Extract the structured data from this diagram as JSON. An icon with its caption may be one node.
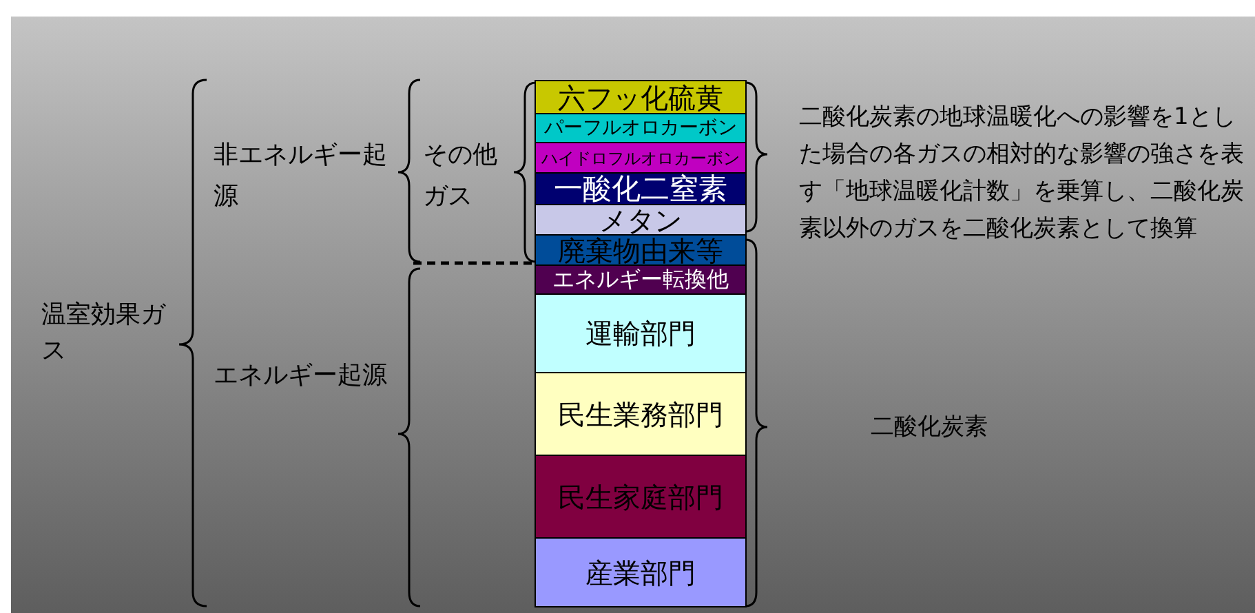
{
  "diagram": {
    "nodes": [
      {
        "text": [
          "六フッ化硫黄"
        ]
      },
      {
        "text": [
          "パーフルオロカーボン"
        ]
      },
      {
        "text": [
          "ハイドロフルオロカーボン"
        ]
      },
      {
        "text": [
          "一酸化二窒素"
        ]
      },
      {
        "text": [
          "メタン"
        ]
      },
      {
        "text": [
          "廃棄物由来等"
        ]
      },
      {
        "text": [
          "エネルギー転換他"
        ]
      },
      {
        "text": [
          "運輸部門"
        ]
      },
      {
        "text": [
          "民生業務部門"
        ]
      },
      {
        "text": [
          "民生家庭部門"
        ]
      },
      {
        "text": [
          "産業部門"
        ]
      }
    ],
    "labels": [
      "温室効果ガス",
      "非エネルギー起源",
      "その他ガス",
      "二酸化炭素の地球温暖化への影響を1とした場合の各ガスの相対的な影響の強さを表す「地球温暖化計数」を乗算し、二酸化炭素以外のガスを二酸化炭素として換算",
      "エネルギー起源",
      "二酸化炭素"
    ]
  }
}
